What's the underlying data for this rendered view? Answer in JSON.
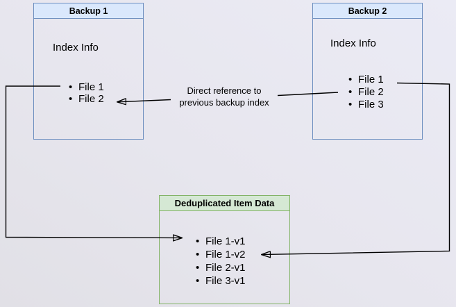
{
  "diagram": {
    "backup1": {
      "title": "Backup 1",
      "section_label": "Index Info",
      "files": [
        "File 1",
        "File 2"
      ]
    },
    "backup2": {
      "title": "Backup 2",
      "section_label": "Index Info",
      "files": [
        "File 1",
        "File 2",
        "File 3"
      ]
    },
    "dedup_store": {
      "title": "Deduplicated Item Data",
      "items": [
        "File 1-v1",
        "File 1-v2",
        "File 2-v1",
        "File 3-v1"
      ]
    },
    "annotation": {
      "line1": "Direct reference to",
      "line2": "previous backup index"
    },
    "colors": {
      "backup_header_fill": "#dae8fc",
      "backup_border": "#6c8ebf",
      "dedup_header_fill": "#d5e8d4",
      "dedup_border": "#82b366",
      "connector": "#000000"
    }
  }
}
